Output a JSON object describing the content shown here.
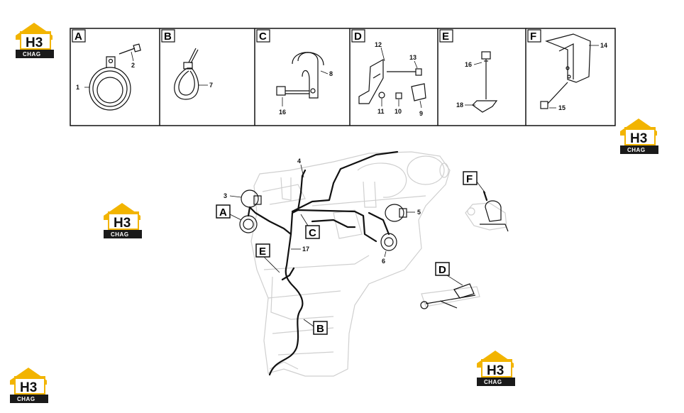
{
  "logo": {
    "main": "H3",
    "sub": "CHAG"
  },
  "colors": {
    "logo_accent": "#f2b400",
    "logo_dark": "#1a1a1a",
    "ink": "#111111",
    "ghost": "#cfcfcf"
  },
  "detail_boxes": [
    {
      "letter": "A",
      "callouts": [
        "1",
        "2"
      ]
    },
    {
      "letter": "B",
      "callouts": [
        "7"
      ]
    },
    {
      "letter": "C",
      "callouts": [
        "8",
        "16"
      ]
    },
    {
      "letter": "D",
      "callouts": [
        "12",
        "13",
        "11",
        "10",
        "9"
      ]
    },
    {
      "letter": "E",
      "callouts": [
        "16",
        "18"
      ]
    },
    {
      "letter": "F",
      "callouts": [
        "14",
        "15"
      ]
    }
  ],
  "main_view": {
    "letters": [
      "A",
      "C",
      "E",
      "B",
      "F",
      "D"
    ],
    "callouts": [
      "4",
      "3",
      "5",
      "6",
      "17"
    ]
  }
}
